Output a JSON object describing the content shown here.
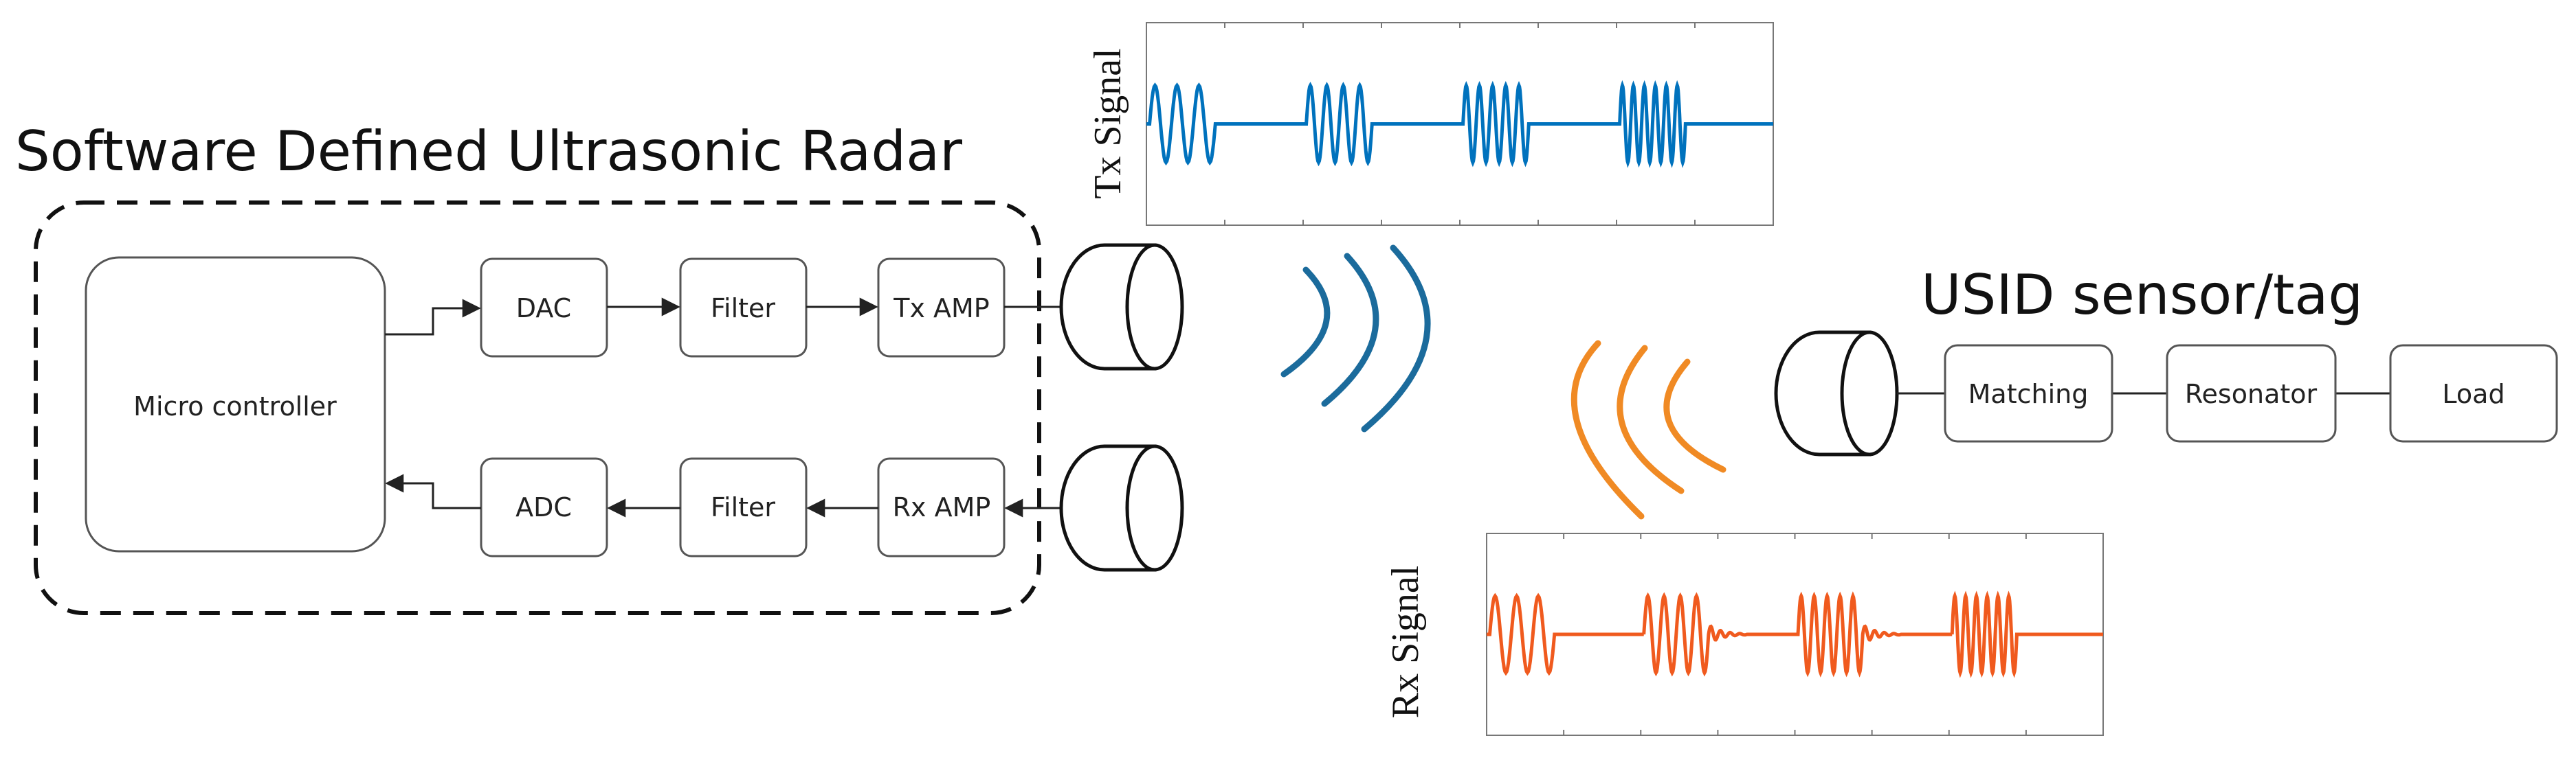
{
  "radar": {
    "title": "Software Defined Ultrasonic Radar",
    "microcontroller": "Micro controller",
    "tx_chain": [
      "DAC",
      "Filter",
      "Tx AMP"
    ],
    "rx_chain": [
      "ADC",
      "Filter",
      "Rx AMP"
    ]
  },
  "tag": {
    "title": "USID sensor/tag",
    "chain": [
      "Matching",
      "Resonator",
      "Load"
    ]
  },
  "tx_plot": {
    "label": "Tx Signal",
    "color": "#0072BD",
    "bursts": [
      {
        "cycles": 3,
        "freq": 1.0
      },
      {
        "cycles": 4,
        "freq": 1.33
      },
      {
        "cycles": 5,
        "freq": 1.66
      },
      {
        "cycles": 6,
        "freq": 2.0
      }
    ]
  },
  "rx_plot": {
    "label": "Rx Signal",
    "color": "#F05A1E",
    "bursts": [
      {
        "cycles": 3,
        "freq": 1.0,
        "ringing": false
      },
      {
        "cycles": 4,
        "freq": 1.33,
        "ringing": true
      },
      {
        "cycles": 5,
        "freq": 1.66,
        "ringing": true
      },
      {
        "cycles": 6,
        "freq": 2.0,
        "ringing": false
      }
    ]
  },
  "waves": {
    "outgoing_color": "#1B6B9C",
    "incoming_color": "#F08A24"
  },
  "line_color": "#222222",
  "box_border": "#555555"
}
